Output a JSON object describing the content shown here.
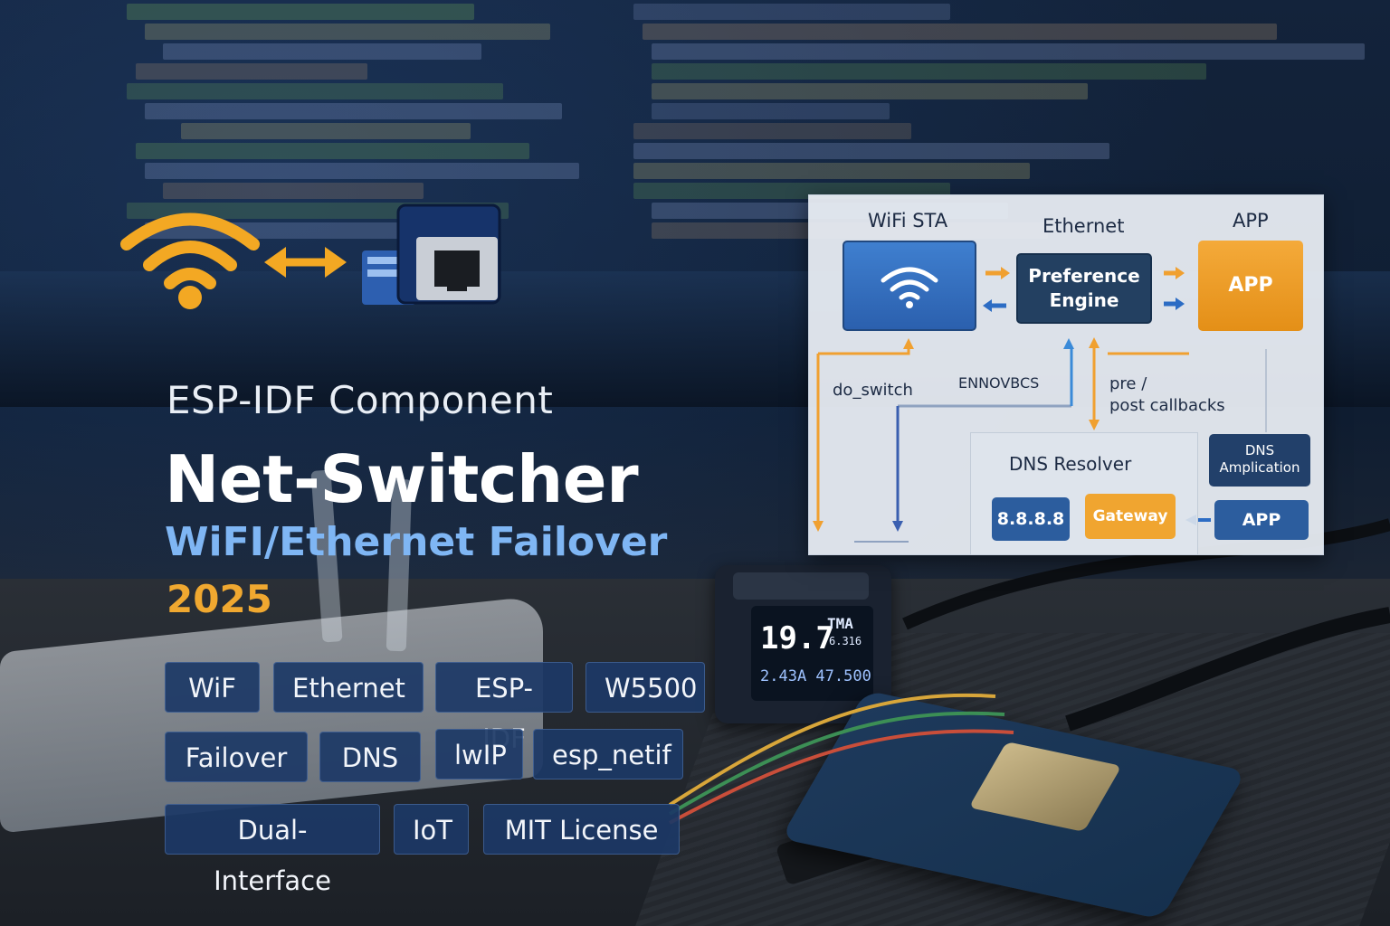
{
  "hero": {
    "subtitle": "ESP-IDF Component",
    "title": "Net-Switcher",
    "tagline": "WiFI/Ethernet Failover",
    "year": "2025"
  },
  "tags": [
    "WiF",
    "Ethernet",
    "ESP-IDF",
    "W5500",
    "Failover",
    "DNS",
    "lwIP",
    "esp_netif",
    "Dual-Interface",
    "IoT",
    "MIT License"
  ],
  "diagram": {
    "wifi_label": "WiFi STA",
    "ethernet_label": "Ethernet",
    "app_label_top": "APP",
    "preference_line1": "Preference",
    "preference_line2": "Engine",
    "app_box": "APP",
    "do_switch": "do_switch",
    "ennov": "ENNOVBCS",
    "callbacks_line1": "pre /",
    "callbacks_line2": "post callbacks",
    "dns_resolver": "DNS Resolver",
    "dns_amp_line1": "DNS",
    "dns_amp_line2": "Amplication",
    "dns_ip": "8.8.8.8",
    "gateway": "Gateway",
    "app_bottom": "APP"
  },
  "meter": {
    "main": "19.7",
    "unit": "TMA",
    "sub": "6.316",
    "row": "2.43A 47.500"
  },
  "colors": {
    "accent_orange": "#f0a830",
    "accent_blue": "#7fb6f4",
    "tag_bg": "#1c3866"
  },
  "icons": [
    "wifi-icon",
    "swap-arrow-icon",
    "ethernet-port-icon"
  ]
}
